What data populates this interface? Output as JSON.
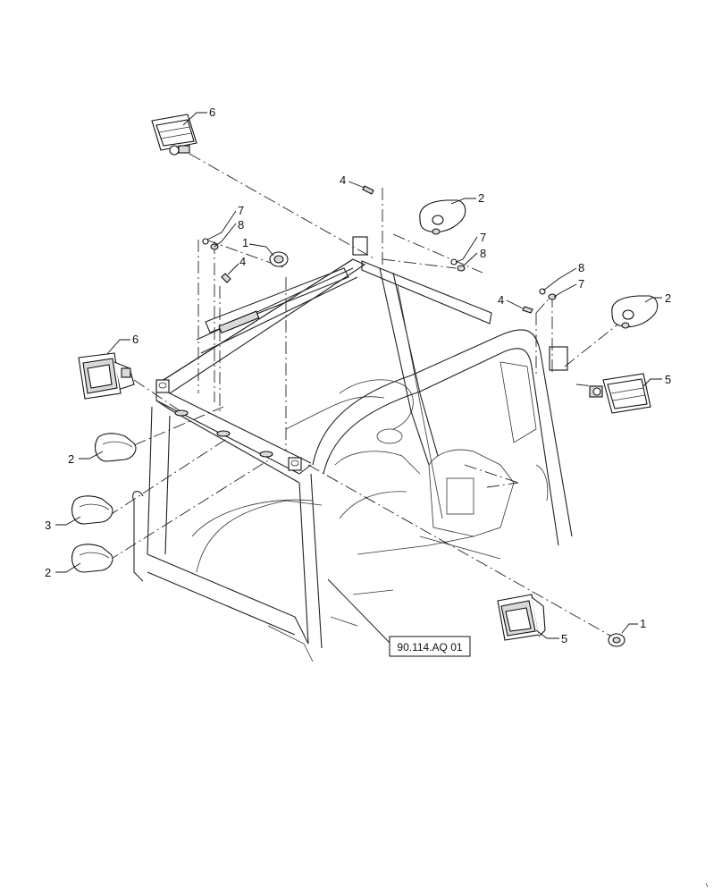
{
  "callouts": {
    "c1a": "1",
    "c1b": "1",
    "c2a": "2",
    "c2b": "2",
    "c2c": "2",
    "c2d": "2",
    "c3": "3",
    "c4a": "4",
    "c4b": "4",
    "c4c": "4",
    "c5a": "5",
    "c5b": "5",
    "c6a": "6",
    "c6b": "6",
    "c7a": "7",
    "c7b": "7",
    "c7c": "7",
    "c8a": "8",
    "c8b": "8",
    "c8c": "8"
  },
  "reference": {
    "label": "90.114.AQ 01"
  }
}
